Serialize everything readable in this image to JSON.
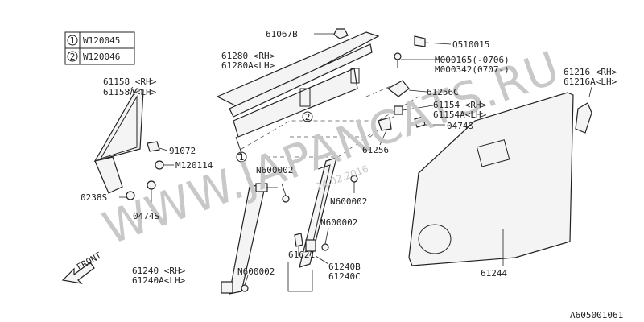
{
  "diagram": {
    "watermark": "WWW.JAPANCATS.RU",
    "date_stamp": "24.02.2016",
    "footer_code": "A605001061",
    "front_label": "FRONT",
    "legend": [
      {
        "num": "1",
        "code": "W120045"
      },
      {
        "num": "2",
        "code": "W120046"
      }
    ],
    "labels": {
      "p61067b": "61067B",
      "p61280_rh": "61280 <RH>",
      "p61280a_lh": "61280A<LH>",
      "pq510015": "Q510015",
      "pm000165": "M000165(-0706)",
      "pm000342": "M000342(0707-)",
      "p61256c": "61256C",
      "p61154_rh": "61154 <RH>",
      "p61154a_lh": "61154A<LH>",
      "p0474s_right": "0474S",
      "p61256": "61256",
      "p61158_rh": "61158 <RH>",
      "p61158a_lh": "61158A<LH>",
      "p91072": "91072",
      "pm120114": "M120114",
      "p0238s": "0238S",
      "p0474s_left": "0474S",
      "pn600002_top": "N600002",
      "pn600002_mid": "N600002",
      "pn600002_right": "N600002",
      "pn600002_low": "N600002",
      "p61621": "61621",
      "p61240b": "61240B",
      "p61240c": "61240C",
      "p61240_rh": "61240 <RH>",
      "p61240a_lh": "61240A<LH>",
      "p61216_rh": "61216 <RH>",
      "p61216a_lh": "61216A<LH>",
      "p61244": "61244"
    }
  }
}
